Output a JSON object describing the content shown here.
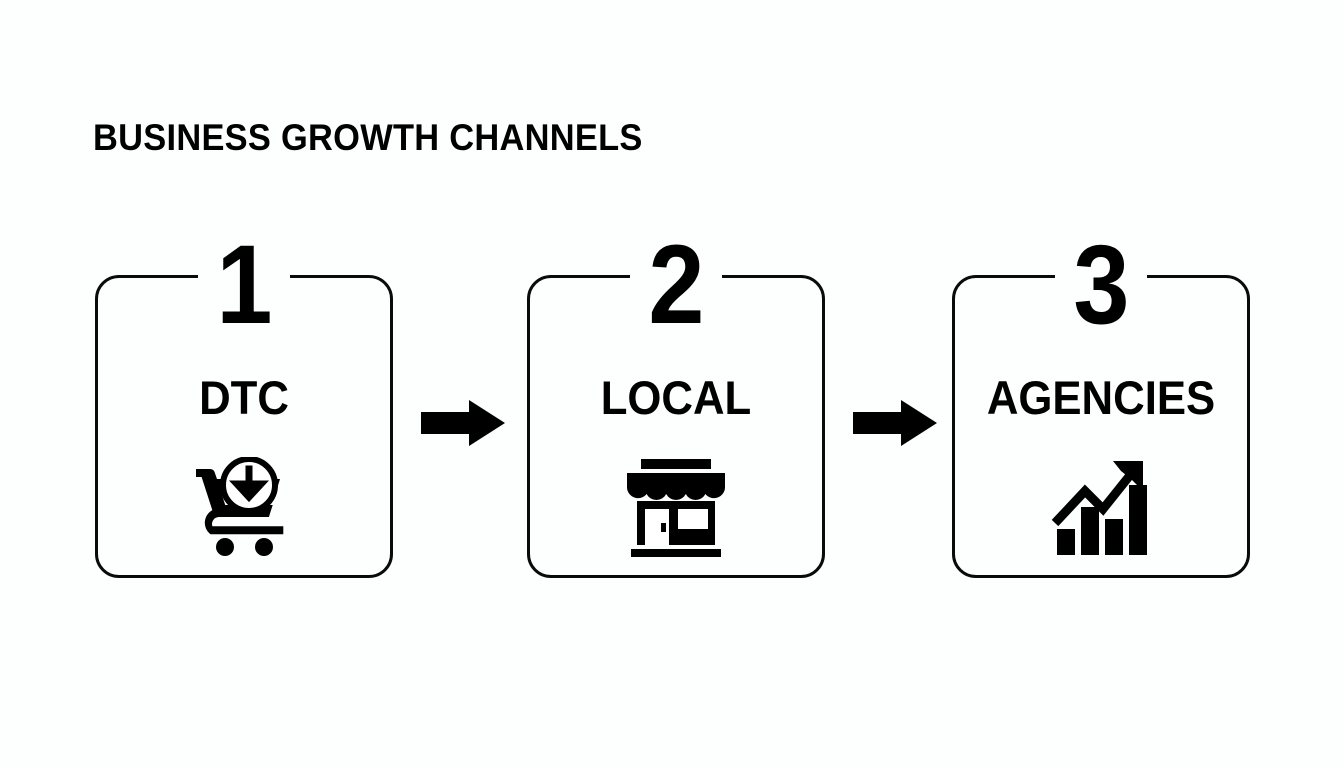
{
  "slide": {
    "title": "BUSINESS GROWTH CHANNELS",
    "background_color": "#fdfefe",
    "ink_color": "#000000"
  },
  "flow": {
    "steps": [
      {
        "number": "1",
        "label": "DTC",
        "icon": "shopping-cart-download-icon"
      },
      {
        "number": "2",
        "label": "LOCAL",
        "icon": "storefront-icon"
      },
      {
        "number": "3",
        "label": "AGENCIES",
        "icon": "growth-bar-chart-icon"
      }
    ],
    "connectors": [
      {
        "icon": "arrow-right-icon"
      },
      {
        "icon": "arrow-right-icon"
      }
    ]
  }
}
